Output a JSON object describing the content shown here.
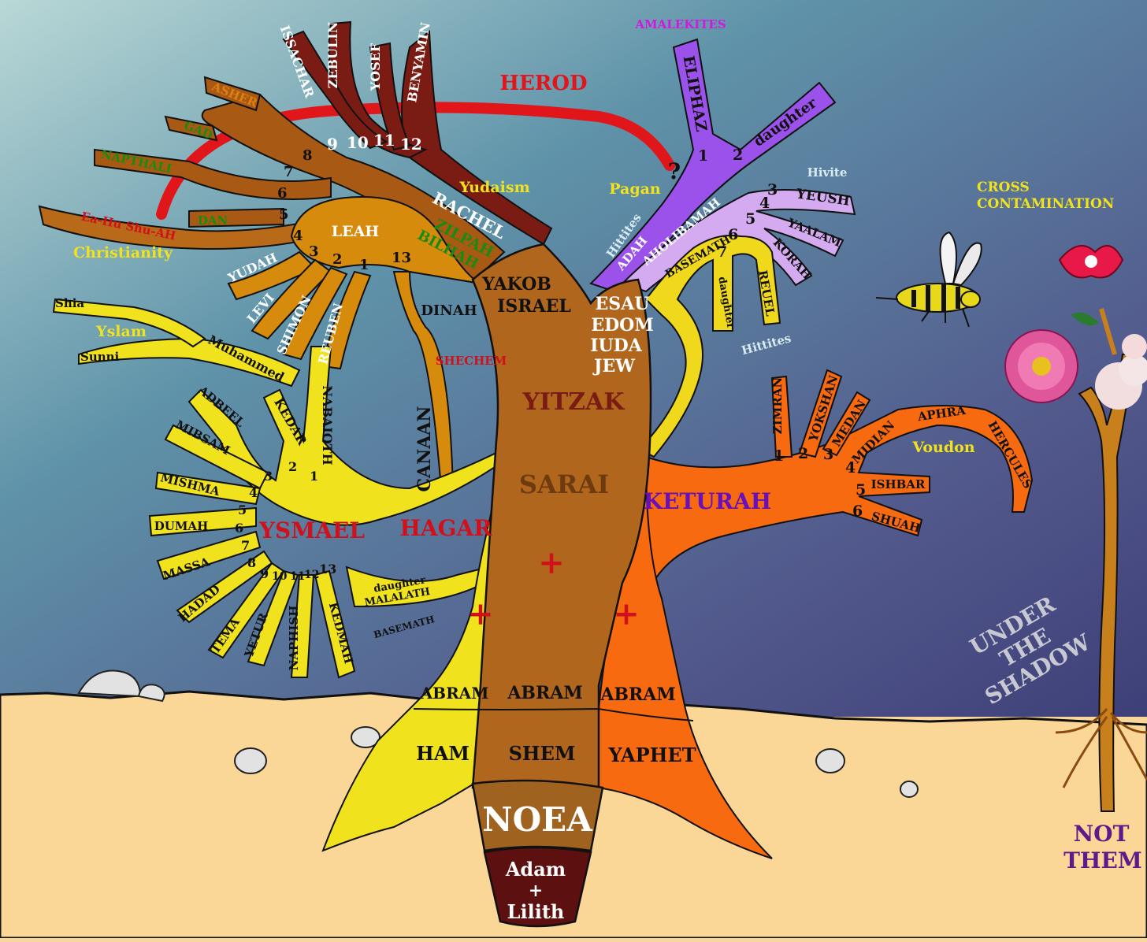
{
  "colors": {
    "sky_top": "#b9d8d6",
    "sky_bottom": "#4d4f86",
    "ground": "#fbd797",
    "root_brown": "#5c1010",
    "noea_brown": "#a0621f",
    "trunk_brown": "#b0661c",
    "yellow": "#f0e31e",
    "orange": "#f86a10",
    "purple": "#9a52ea",
    "lavender": "#d4aaf0",
    "leah_orange": "#d78b0c",
    "maroon": "#7a1c14",
    "herod_red": "#e0161a"
  },
  "diagram": {
    "base": {
      "adam": "Adam",
      "plus": "+",
      "lilith": "Lilith",
      "noea": "NOEA"
    },
    "sons_of_noea": {
      "ham": "HAM",
      "shem": "SHEM",
      "yaphet": "YAPHET"
    },
    "abram": {
      "left": "ABRAM",
      "center": "ABRAM",
      "right": "ABRAM"
    },
    "trunk": {
      "yitzak": "YITZAK",
      "sarai": "SARAI",
      "cross": "+"
    },
    "hagar_branch": {
      "hagar": "HAGAR",
      "ysmael": "YSMAEL",
      "cross": "+",
      "malalath": "MALALATH",
      "daughter": "daughter",
      "basemath": "BASEMATH",
      "sons": [
        "NABAIOTH",
        "KEDAR",
        "ADBEEL",
        "MIBSAM",
        "MISHMA",
        "DUMAH",
        "MASSA",
        "HADAD",
        "TEMA",
        "YETUR",
        "NAPHISH",
        "KEDMAH"
      ],
      "numbers": [
        "1",
        "2",
        "3",
        "4",
        "5",
        "6",
        "7",
        "8",
        "9",
        "10",
        "11",
        "12",
        "13"
      ],
      "muhammed": "Muhammed",
      "yslam": "Yslam",
      "shia": "Shia",
      "sunni": "Sunni"
    },
    "keturah_branch": {
      "keturah": "KETURAH",
      "cross": "+",
      "sons": [
        "ZIMRAN",
        "YOKSHAN",
        "MEDAN",
        "MIDIAN",
        "ISHBAR",
        "SHUAH"
      ],
      "numbers": [
        "1",
        "2",
        "3",
        "4",
        "5",
        "6"
      ],
      "aphra": "APHRA",
      "hercules": "HERCULES",
      "voudon": "Voudon"
    },
    "yakob_branch": {
      "yakob": "YAKOB",
      "israel": "ISRAEL",
      "dinah": "DINAH",
      "shechem": "SHECHEM",
      "canaan": "CANAAN",
      "leah": "LEAH",
      "rachel": "RACHEL",
      "zilpah": "ZILPAH",
      "bilhah": "BILHAH",
      "yudaism": "Yudaism",
      "leah_sons": [
        "REUBEN",
        "SHIMON",
        "LEVI",
        "YUDAH"
      ],
      "leah_numbers": [
        "1",
        "2",
        "3",
        "4",
        "13"
      ],
      "handmaid_sons": [
        "DAN",
        "NAPTHALI",
        "GAD",
        "ASHER"
      ],
      "handmaid_numbers": [
        "5",
        "6",
        "7",
        "8"
      ],
      "rachel_sons": [
        "ISSACHAR",
        "ZEBULIN",
        "YOSEF",
        "BENYAMIN"
      ],
      "rachel_numbers": [
        "9",
        "10",
        "11",
        "12"
      ],
      "ea_hu": "Ea-Hu Shu-AH",
      "christianity": "Christianity",
      "herod": "HEROD"
    },
    "esau_branch": {
      "esau": "ESAU",
      "edom": "EDOM",
      "iuda": "IUDA",
      "jew": "JEW",
      "amalekites": "AMALEKITES",
      "eliphaz": "ELIPHAZ",
      "daughter": "daughter",
      "question": "?",
      "pagan": "Pagan",
      "hittites_upper": "Hittites",
      "hittites_lower": "Hittites",
      "hivite": "Hivite",
      "adah": "ADAH",
      "aholibamah": "AHOLIBAMAH",
      "basemath": "BASEMATH",
      "numbers": [
        "1",
        "2",
        "3",
        "4",
        "5",
        "6",
        "7"
      ],
      "yeush": "YEUSH",
      "yaalam": "YAALAM",
      "korah": "KORAH",
      "daughter2": "daughter",
      "reuel": "REUEL"
    },
    "right_side": {
      "cross_contamination_1": "CROSS",
      "cross_contamination_2": "CONTAMINATION",
      "under_1": "UNDER",
      "under_2": "THE",
      "under_3": "SHADOW",
      "not": "NOT",
      "them": "THEM"
    }
  }
}
